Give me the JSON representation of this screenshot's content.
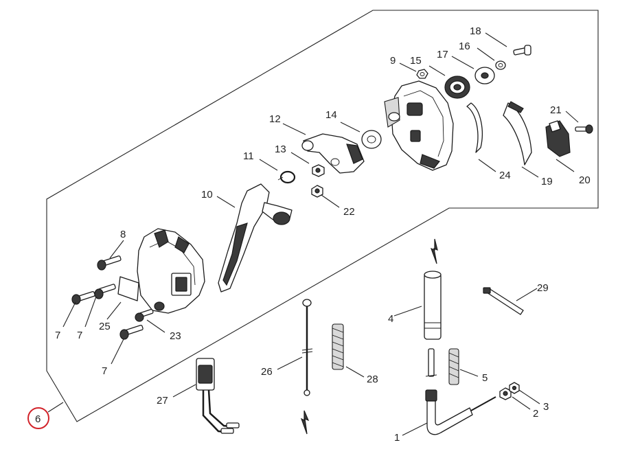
{
  "diagram": {
    "callouts": {
      "p1": "1",
      "p2": "2",
      "p3": "3",
      "p4": "4",
      "p5": "5",
      "p6": "6",
      "p7a": "7",
      "p7b": "7",
      "p7c": "7",
      "p8": "8",
      "p9": "9",
      "p10": "10",
      "p11": "11",
      "p12": "12",
      "p13": "13",
      "p14": "14",
      "p15": "15",
      "p16": "16",
      "p17": "17",
      "p18": "18",
      "p19": "19",
      "p20": "20",
      "p21": "21",
      "p22": "22",
      "p23": "23",
      "p24": "24",
      "p25": "25",
      "p26": "26",
      "p27": "27",
      "p28": "28",
      "p29": "29"
    },
    "colors": {
      "line": "#1a1a1a",
      "highlight": "#d2232a"
    }
  }
}
